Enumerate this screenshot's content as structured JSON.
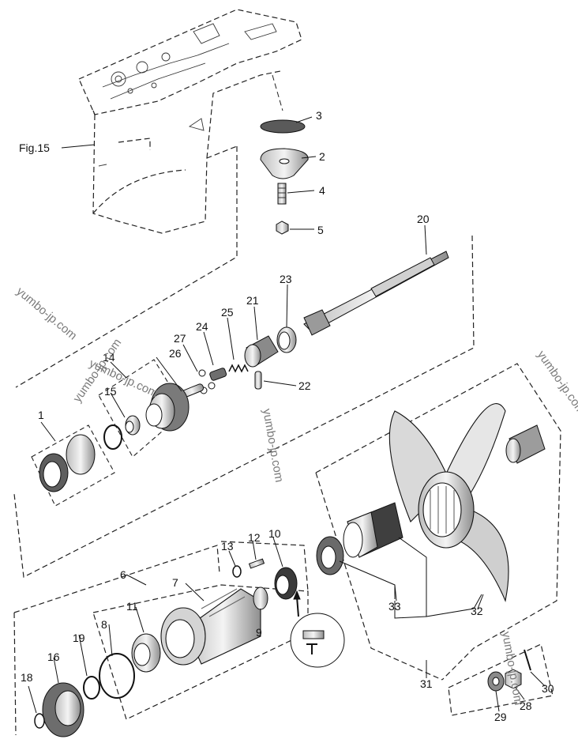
{
  "figure_ref": "Fig.15",
  "watermark": "yumbo-jp.com",
  "parts": [
    "1",
    "2",
    "3",
    "4",
    "5",
    "6",
    "7",
    "8",
    "9",
    "10",
    "11",
    "12",
    "13",
    "14",
    "15",
    "16",
    "18",
    "19",
    "20",
    "21",
    "22",
    "23",
    "24",
    "25",
    "26",
    "27",
    "28",
    "29",
    "30",
    "31",
    "32",
    "33"
  ]
}
